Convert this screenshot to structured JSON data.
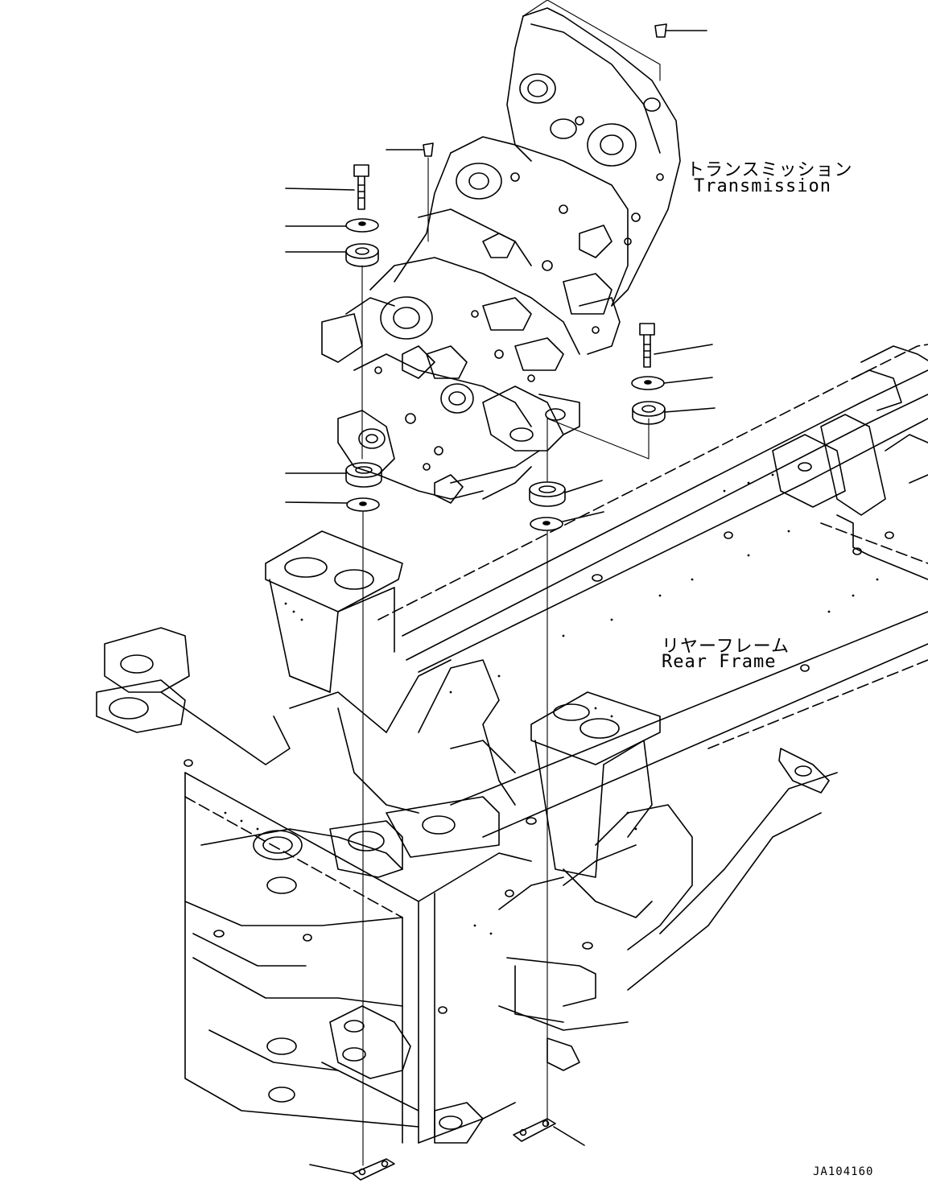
{
  "labels": {
    "transmission_jp": "トランスミッション",
    "transmission_en": "Transmission",
    "rear_frame_jp": "リヤーフレーム",
    "rear_frame_en": "Rear Frame"
  },
  "reference_code": "JA104160"
}
